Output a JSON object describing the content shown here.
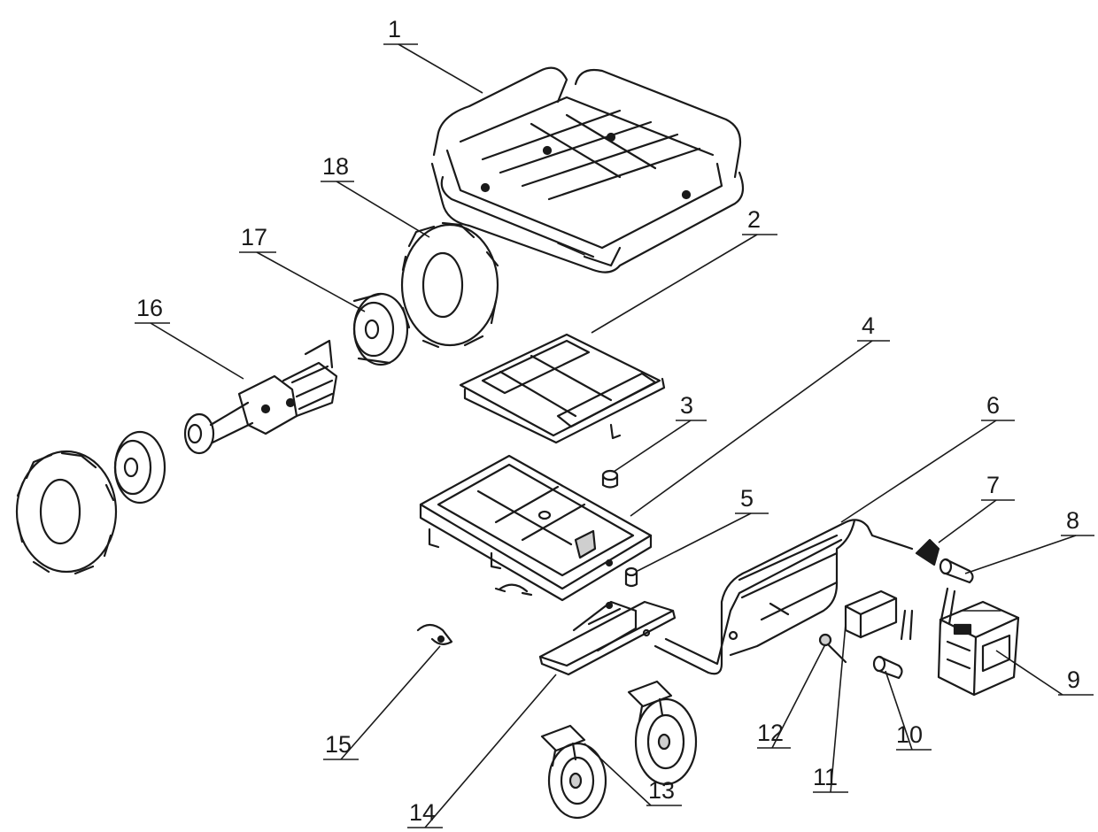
{
  "callouts": [
    {
      "number": "1"
    },
    {
      "number": "2"
    },
    {
      "number": "3"
    },
    {
      "number": "4"
    },
    {
      "number": "5"
    },
    {
      "number": "6"
    },
    {
      "number": "7"
    },
    {
      "number": "8"
    },
    {
      "number": "9"
    },
    {
      "number": "10"
    },
    {
      "number": "11"
    },
    {
      "number": "12"
    },
    {
      "number": "13"
    },
    {
      "number": "14"
    },
    {
      "number": "15"
    },
    {
      "number": "16"
    },
    {
      "number": "17"
    },
    {
      "number": "18"
    }
  ],
  "colors": {
    "ink": "#1a1a1a",
    "background": "#ffffff",
    "shade": "#cfcfcf"
  }
}
